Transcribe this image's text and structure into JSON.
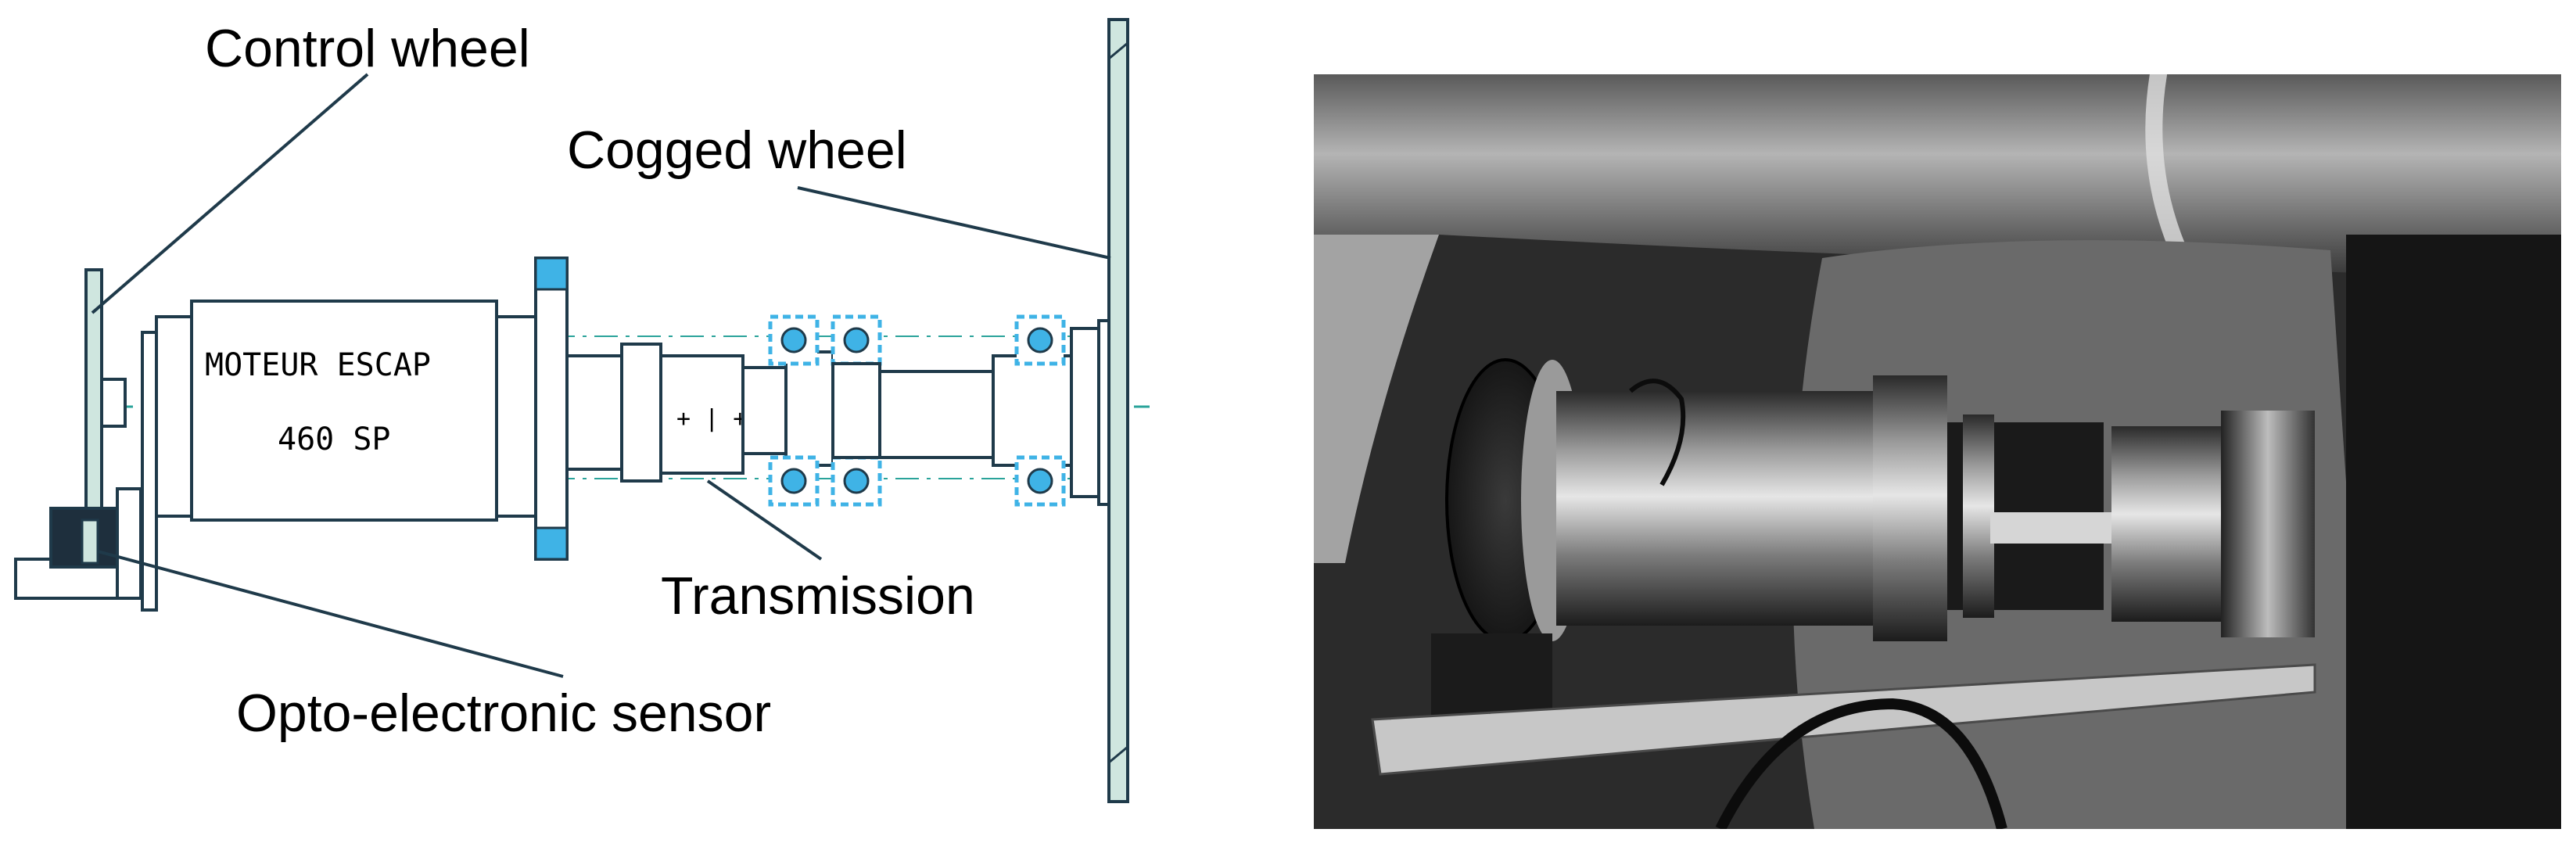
{
  "figure": {
    "left_panel": {
      "labels": {
        "control_wheel": "Control wheel",
        "cogged_wheel": "Cogged wheel",
        "transmission": "Transmission",
        "sensor": "Opto-electronic sensor"
      },
      "motor_text": {
        "line1": "MOTEUR ESCAP",
        "line2": "460 SP"
      },
      "colors": {
        "line": "#1f3a4a",
        "bearing": "#3fb3e6",
        "centerline": "#2aa39a",
        "wheel_fill": "#cfe6df",
        "sensor_fill": "#1e2f3d"
      }
    },
    "right_panel": {
      "type": "grayscale photograph of the assembly"
    }
  }
}
